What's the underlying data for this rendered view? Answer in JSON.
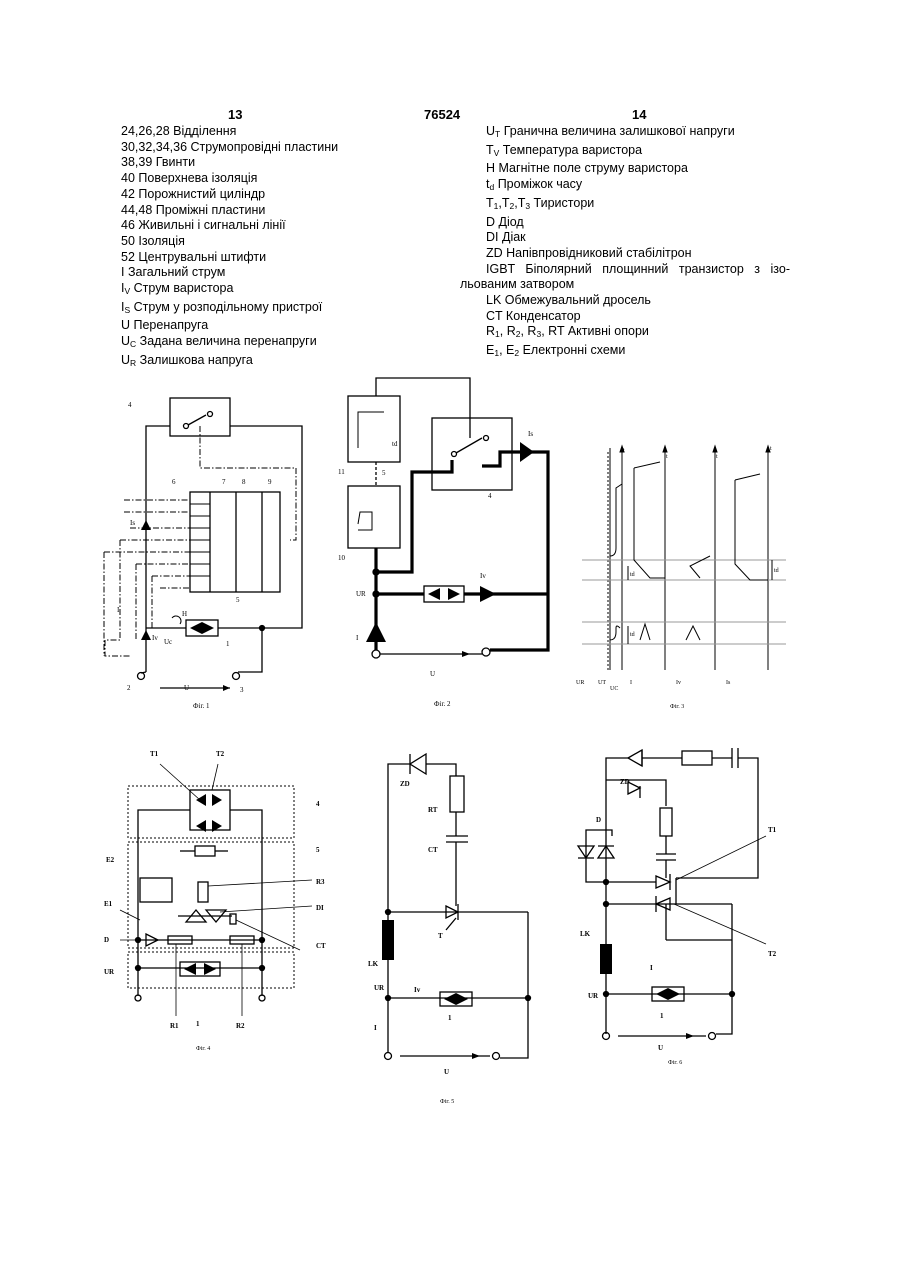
{
  "header": {
    "page_left": "13",
    "patent_number": "76524",
    "page_right": "14"
  },
  "legend_left": [
    {
      "text": "24,26,28 Відділення"
    },
    {
      "text": "30,32,34,36 Струмопровідні пластини"
    },
    {
      "text": "38,39 Гвинти"
    },
    {
      "text": "40 Поверхнева ізоляція"
    },
    {
      "text": "42 Порожнистий циліндр"
    },
    {
      "text": "44,48 Проміжні пластини"
    },
    {
      "text": "46 Живильні і сигнальні лінії"
    },
    {
      "text": "50 Ізоляція"
    },
    {
      "text": "52 Центрувальні штифти"
    },
    {
      "text": "I Загальний струм"
    },
    {
      "sym": "I",
      "sub": "V",
      "rest": " Струм варистора"
    },
    {
      "sym": "I",
      "sub": "S",
      "rest": " Струм у розподільному пристрої"
    },
    {
      "text": "U Перенапруга"
    },
    {
      "sym": "U",
      "sub": "C",
      "rest": " Задана величина перенапруги"
    },
    {
      "sym": "U",
      "sub": "R",
      "rest": " Залишкова напруга"
    }
  ],
  "legend_right": {
    "ut": {
      "sym": "U",
      "sub": "T",
      "rest": " Гранична величина залишкової напруги"
    },
    "tv": {
      "sym": "T",
      "sub": "V",
      "rest": " Температура варистора"
    },
    "h": "H Магнітне поле струму варистора",
    "td": {
      "sym": "t",
      "sub": "d",
      "rest": " Проміжок часу"
    },
    "thyristors": {
      "a": "T",
      "s1": "1",
      "b": ",T",
      "s2": "2",
      "c": ",T",
      "s3": "3",
      "rest": " Тиристори"
    },
    "d": "D Діод",
    "di": "DI Діак",
    "zd": "ZD Напівпровідниковий стабілітрон",
    "igbt_1": "IGBT Біполярний площинний транзистор з ізо-",
    "igbt_2": "льованим затвором",
    "lk": "LK Обмежувальний дросель",
    "ct": "CT Конденсатор",
    "resistors": {
      "a": "R",
      "s1": "1",
      "b": ", R",
      "s2": "2",
      "c": ", R",
      "s3": "3",
      "rest": ", RT Активні опори"
    },
    "electronics": {
      "a": "E",
      "s1": "1",
      "b": ", E",
      "s2": "2",
      "rest": " Електронні схеми"
    }
  },
  "figures": {
    "fig1": {
      "caption": "Фіг. 1",
      "labels": {
        "n1": "1",
        "n2": "2",
        "n3": "3",
        "n4": "4",
        "n5": "5",
        "n6": "6",
        "n7": "7",
        "n8": "8",
        "n9": "9",
        "U": "U",
        "I": "I",
        "H": "H",
        "Is": "Is",
        "Iv": "Iv",
        "Uc": "Uc"
      }
    },
    "fig2": {
      "caption": "Фіг. 2",
      "labels": {
        "n4": "4",
        "n5": "5",
        "n10": "10",
        "n11": "11",
        "I": "I",
        "U": "U",
        "Is": "Is",
        "Iv": "Iv",
        "UR": "UR",
        "td": "td"
      }
    },
    "fig3": {
      "caption": "Фіг. 3",
      "labels": {
        "UR": "UR",
        "UT": "UT",
        "UC": "UC",
        "I": "I",
        "Iv": "Iv",
        "Is": "Is",
        "t": "t",
        "td": "td"
      }
    },
    "fig4": {
      "caption": "Фіг. 4",
      "labels": {
        "T1": "T1",
        "T2": "T2",
        "E2": "E2",
        "E1": "E1",
        "D": "D",
        "UR": "UR",
        "R1": "R1",
        "R2": "R2",
        "R3": "R3",
        "DI": "DI",
        "CT": "CT",
        "n1": "1",
        "n4": "4",
        "n5": "5"
      }
    },
    "fig5": {
      "caption": "Фіг. 5",
      "labels": {
        "ZD": "ZD",
        "RT": "RT",
        "CT": "CT",
        "T": "T",
        "LK": "LK",
        "UR": "UR",
        "Iv": "Iv",
        "I": "I",
        "U": "U",
        "n1": "1"
      }
    },
    "fig6": {
      "caption": "Фіг. 6",
      "labels": {
        "ZD": "ZD",
        "D": "D",
        "T1": "T1",
        "T2": "T2",
        "LK": "LK",
        "UR": "UR",
        "I": "I",
        "U": "U",
        "n1": "1"
      }
    }
  }
}
